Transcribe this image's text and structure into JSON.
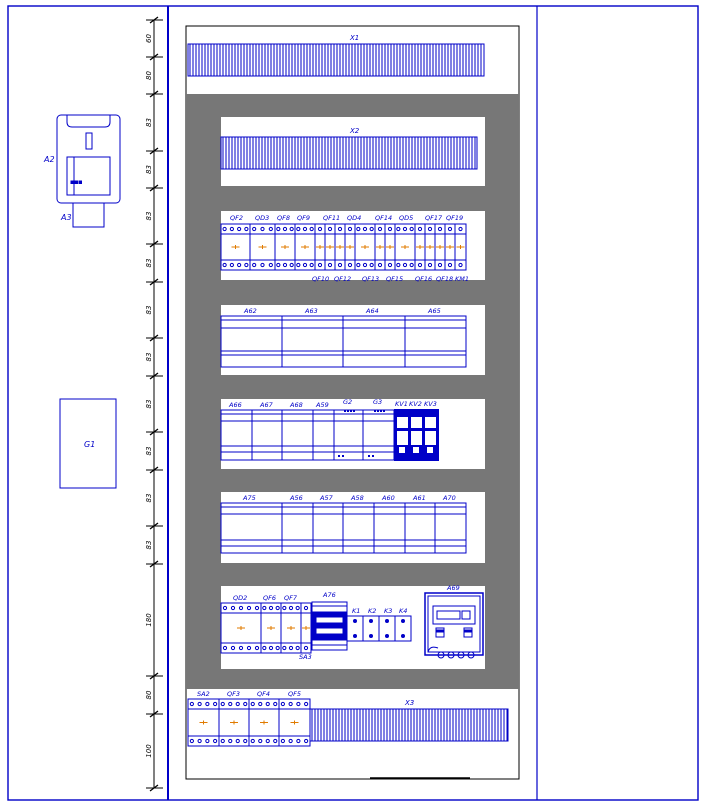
{
  "colors": {
    "line": "#0000c8",
    "panel": "#777777",
    "dim": "#000000",
    "breaker_mark": "#e07b00",
    "fill": "#ffffff"
  },
  "dimensions": {
    "labels": [
      "60",
      "80",
      "83",
      "83",
      "83",
      "83",
      "83",
      "83",
      "83",
      "83",
      "83",
      "83",
      "180",
      "80",
      "100"
    ]
  },
  "door": {
    "devices": [
      {
        "label": "A2",
        "icon": "operator-panel-icon"
      },
      {
        "label": "A3",
        "icon": "panel-mount-icon"
      },
      {
        "label": "G1",
        "icon": "power-supply-box"
      }
    ]
  },
  "terminals": {
    "x1": "X1",
    "x2": "X2",
    "x3": "X3"
  },
  "rail3": {
    "top_labels": [
      "QF2",
      "QD3",
      "QF8",
      "QF9",
      "QF11",
      "QD4",
      "QF14",
      "QD5",
      "QF17",
      "QF19"
    ],
    "bottom_labels": [
      "QF10",
      "QF12",
      "QF13",
      "QF15",
      "QF16",
      "QF18",
      "KM1"
    ]
  },
  "rail4": {
    "labels": [
      "A62",
      "A63",
      "A64",
      "A65"
    ]
  },
  "rail5": {
    "labels": [
      "A66",
      "A67",
      "A68",
      "A59",
      "G2",
      "G3",
      "KV1",
      "KV2",
      "KV3"
    ]
  },
  "rail6": {
    "labels": [
      "A75",
      "A56",
      "A57",
      "A58",
      "A60",
      "A61",
      "A70"
    ]
  },
  "rail7": {
    "labels": [
      "QD2",
      "QF6",
      "QF7",
      "A76",
      "K1",
      "K2",
      "K3",
      "K4",
      "A69",
      "SA3"
    ]
  },
  "rail8": {
    "labels": [
      "SA2",
      "QF3",
      "QF4",
      "QF5"
    ]
  }
}
